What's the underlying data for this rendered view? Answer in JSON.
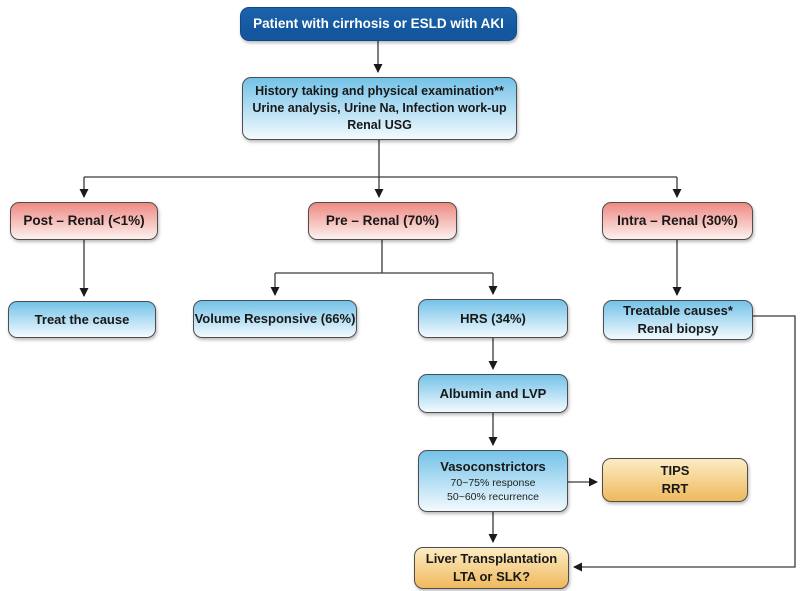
{
  "diagram": {
    "description": "Flowchart for evaluation and management of AKI in cirrhosis/ESLD"
  },
  "nodes": {
    "title": {
      "label": "Patient with cirrhosis or ESLD with AKI"
    },
    "history": {
      "lines": [
        "History taking and physical examination**",
        "Urine analysis, Urine Na, Infection work-up",
        "Renal USG"
      ]
    },
    "post_renal": {
      "label": "Post – Renal (<1%)"
    },
    "pre_renal": {
      "label": "Pre – Renal (70%)"
    },
    "intra_renal": {
      "label": "Intra – Renal (30%)"
    },
    "treat_cause": {
      "label": "Treat the cause"
    },
    "volume_responsive": {
      "label": "Volume Responsive (66%)"
    },
    "hrs": {
      "label": "HRS (34%)"
    },
    "treatable_causes": {
      "lines": [
        "Treatable causes*",
        "Renal biopsy"
      ]
    },
    "albumin": {
      "label": "Albumin and LVP"
    },
    "vasoconstrictors": {
      "title": "Vasoconstrictors",
      "sub1": "70~75% response",
      "sub2": "50~60% recurrence"
    },
    "tips_rrt": {
      "lines": [
        "TIPS",
        "RRT"
      ]
    },
    "liver_transplant": {
      "lines": [
        "Liver Transplantation",
        "LTA or SLK?"
      ]
    }
  },
  "colors": {
    "title_bg": "#14579e",
    "blue_top": "#74c2e8",
    "blue_bottom": "#f3fafe",
    "pink_top": "#ee8a84",
    "pink_bottom": "#fdf1ee",
    "orange_top": "#fcecc3",
    "orange_bottom": "#efb95d",
    "border": "#4d4d4d",
    "line": "#3a3a3a"
  }
}
